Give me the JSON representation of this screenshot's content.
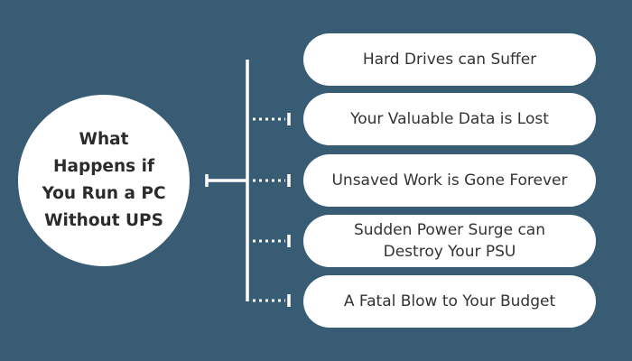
{
  "center": {
    "lines": [
      "What",
      "Happens if",
      "You Run a PC",
      "Without UPS"
    ]
  },
  "branches": [
    {
      "lines": [
        "Hard Drives can Suffer"
      ]
    },
    {
      "lines": [
        "Your Valuable Data is Lost"
      ]
    },
    {
      "lines": [
        "Unsaved Work is Gone Forever"
      ]
    },
    {
      "lines": [
        "Sudden Power Surge can",
        "Destroy Your PSU"
      ]
    },
    {
      "lines": [
        "A Fatal Blow to Your Budget"
      ]
    }
  ],
  "colors": {
    "background": "#385c73",
    "shape_fill": "#ffffff",
    "connector": "#ffffff",
    "text": "#333333"
  }
}
